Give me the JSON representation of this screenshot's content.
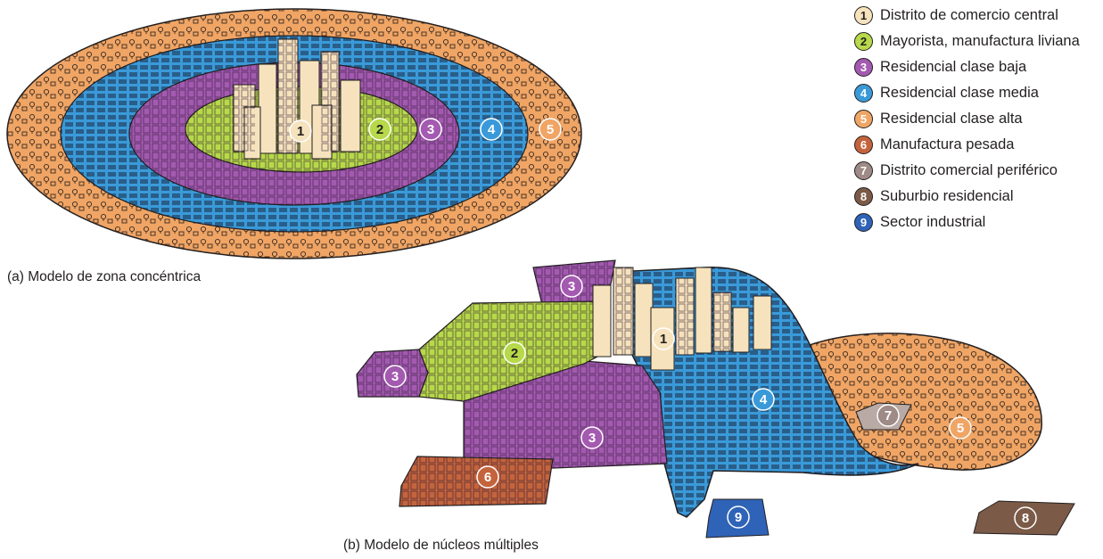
{
  "captions": {
    "a": "(a) Modelo de zona concéntrica",
    "b": "(b) Modelo de núcleos múltiples"
  },
  "legend": [
    {
      "n": "1",
      "label": "Distrito de comercio central",
      "color": "#f6e3bd",
      "text": "#231f20"
    },
    {
      "n": "2",
      "label": "Mayorista, manufactura liviana",
      "color": "#b7d94a",
      "text": "#231f20"
    },
    {
      "n": "3",
      "label": "Residencial clase baja",
      "color": "#a35ab0",
      "text": "#ffffff"
    },
    {
      "n": "4",
      "label": "Residencial clase media",
      "color": "#3a9ad9",
      "text": "#ffffff"
    },
    {
      "n": "5",
      "label": "Residencial clase alta",
      "color": "#f0a565",
      "text": "#ffffff"
    },
    {
      "n": "6",
      "label": "Manufactura pesada",
      "color": "#c4643c",
      "text": "#ffffff"
    },
    {
      "n": "7",
      "label": "Distrito comercial periférico",
      "color": "#9e8a86",
      "text": "#ffffff"
    },
    {
      "n": "8",
      "label": "Suburbio residencial",
      "color": "#7b5a47",
      "text": "#ffffff"
    },
    {
      "n": "9",
      "label": "Sector industrial",
      "color": "#2f63b7",
      "text": "#ffffff"
    }
  ]
}
